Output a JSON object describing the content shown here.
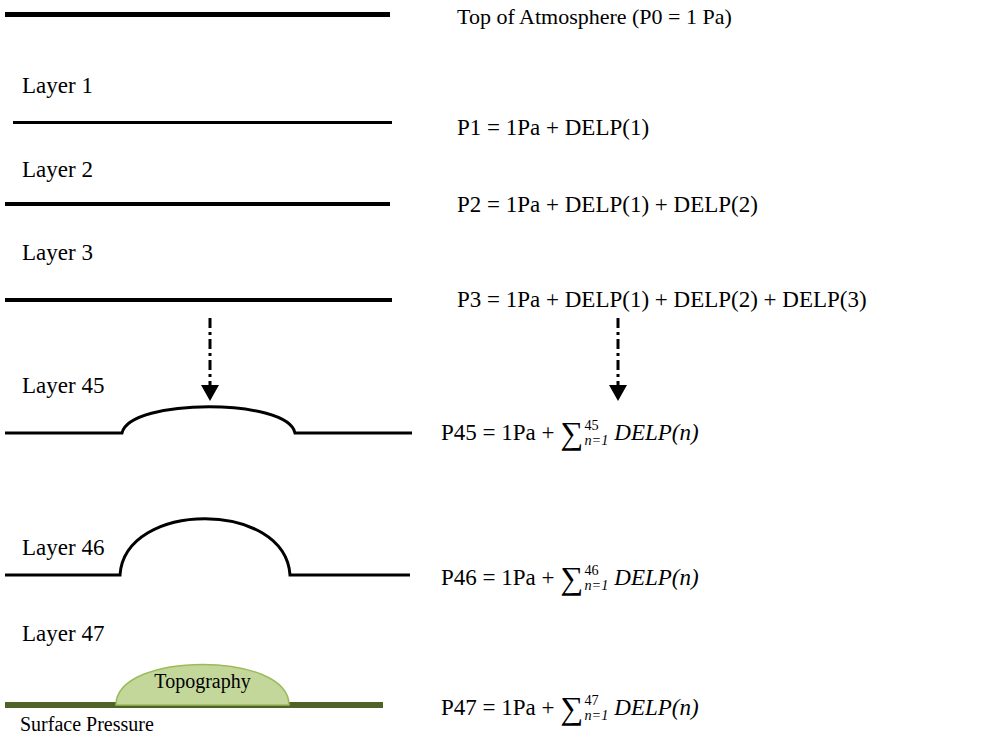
{
  "diagram": {
    "nodes": [
      {
        "text": [
          "Topography"
        ]
      }
    ],
    "labels": [
      "Top of Atmosphere (P0 = 1 Pa)",
      "Layer 1",
      "P1 = 1Pa + DELP(1)",
      "Layer 2",
      "P2 = 1Pa + DELP(1) + DELP(2)",
      "Layer 3",
      "P3 = 1Pa + DELP(1) + DELP(2) + DELP(3)",
      "Layer 45",
      "P45 = 1Pa +",
      "∑",
      "45",
      "n=1",
      "DELP(n)",
      "Layer 46",
      "P46 = 1Pa +",
      "∑",
      "46",
      "n=1",
      "DELP(n)",
      "Layer 47",
      "P47 = 1Pa +",
      "∑",
      "47",
      "n=1",
      "DELP(n)",
      "Surface Pressure"
    ]
  }
}
